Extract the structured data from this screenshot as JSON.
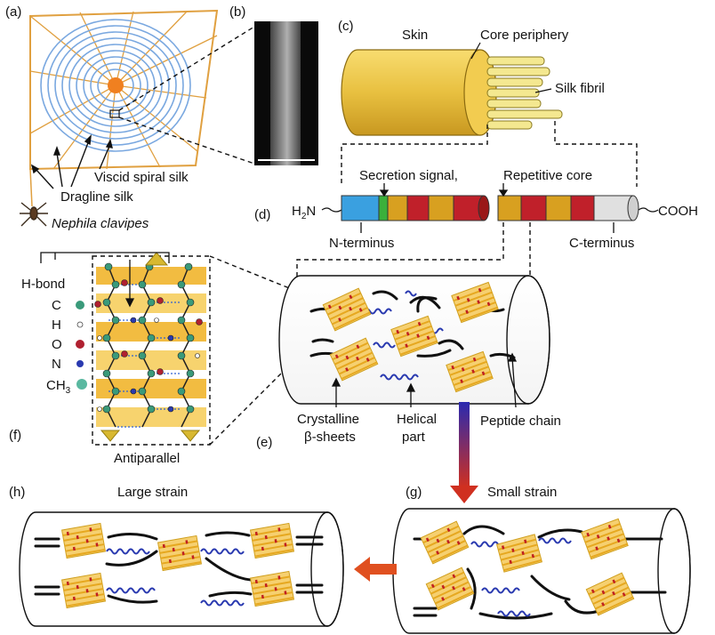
{
  "panels": {
    "a": "(a)",
    "b": "(b)",
    "c": "(c)",
    "d": "(d)",
    "e": "(e)",
    "f": "(f)",
    "g": "(g)",
    "h": "(h)"
  },
  "labels": {
    "viscid_spiral_silk": "Viscid spiral silk",
    "dragline_silk": "Dragline silk",
    "nephila_clavipes": "Nephila clavipes",
    "skin": "Skin",
    "core_periphery": "Core periphery",
    "silk_fibril": "Silk fibril",
    "secretion_signal": "Secretion signal,",
    "repetitive_core": "Repetitive core",
    "h2n_h": "H",
    "h2n_sub": "2",
    "h2n_n": "N",
    "cooh": "COOH",
    "n_terminus": "N-terminus",
    "c_terminus": "C-terminus",
    "h_bond": "H-bond",
    "legend_c": "C",
    "legend_h": "H",
    "legend_o": "O",
    "legend_n": "N",
    "legend_ch": "CH",
    "legend_ch_sub": "3",
    "antiparallel": "Antiparallel",
    "crystalline": "Crystalline",
    "beta_sheets": "β-sheets",
    "helical": "Helical",
    "part": "part",
    "peptide_chain": "Peptide chain",
    "small_strain": "Small strain",
    "large_strain": "Large strain"
  },
  "colors": {
    "web_frame": "#e0a040",
    "web_spiral": "#7aa8e0",
    "hub": "#f08020",
    "cable": "#e8c040",
    "nterm": "#3aa0e0",
    "green": "#3bb03b",
    "gold": "#d8a020",
    "red": "#c0202a",
    "cterm": "#e0e0e0",
    "beta": "#e8b030",
    "helix": "#2a3ab0",
    "chain": "#111111",
    "arrow_down": "#b03030",
    "arrow_left": "#e05020"
  }
}
